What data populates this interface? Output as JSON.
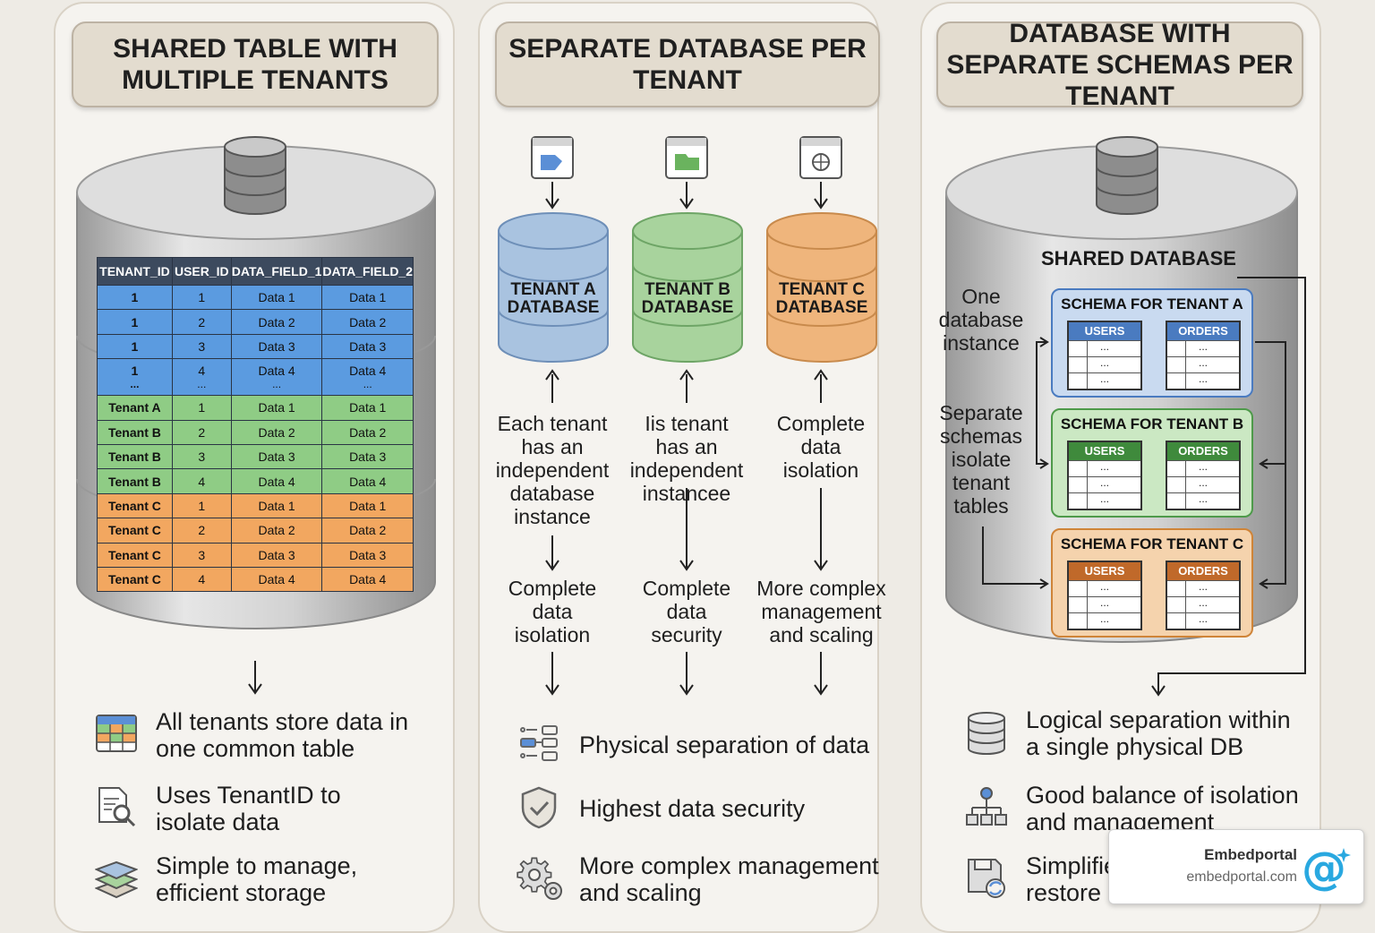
{
  "panels": [
    {
      "title": "SHARED TABLE WITH MULTIPLE TENANTS",
      "table": {
        "headers": [
          "TENANT_ID",
          "USER_ID",
          "DATA_FIELD_1",
          "DATA_FIELD_2"
        ],
        "rows": [
          [
            "1",
            "1",
            "Data 1",
            "Data 1"
          ],
          [
            "1",
            "2",
            "Data 2",
            "Data 2"
          ],
          [
            "1",
            "3",
            "Data 3",
            "Data 3"
          ],
          [
            "1",
            "4",
            "Data 4",
            "Data 4"
          ],
          [
            "Tenant A",
            "1",
            "Data 1",
            "Data 1"
          ],
          [
            "Tenant B",
            "2",
            "Data 2",
            "Data 2"
          ],
          [
            "Tenant B",
            "3",
            "Data 3",
            "Data 3"
          ],
          [
            "Tenant B",
            "4",
            "Data 4",
            "Data 4"
          ],
          [
            "Tenant C",
            "1",
            "Data 1",
            "Data 1"
          ],
          [
            "Tenant C",
            "2",
            "Data 2",
            "Data 2"
          ],
          [
            "Tenant C",
            "3",
            "Data 3",
            "Data 3"
          ],
          [
            "Tenant C",
            "4",
            "Data 4",
            "Data 4"
          ]
        ],
        "ellipsis": "..."
      },
      "bullets": [
        "All tenants store data in one common table",
        "Uses TenantID to isolate data",
        "Simple to manage, efficient storage"
      ],
      "bullet_icons": [
        "table-icon",
        "search-document-icon",
        "layers-icon"
      ]
    },
    {
      "title": "SEPARATE DATABASE PER TENANT",
      "databases": [
        {
          "label": "TENANT A DATABASE",
          "color": "#a9c3e0",
          "top_text": "Each tenant has an independent database instance",
          "bottom_text": "Complete data isolation"
        },
        {
          "label": "TENANT B DATABASE",
          "color": "#a8d39d",
          "top_text": "Iis tenant has an independent instancee",
          "bottom_text": "Complete data security"
        },
        {
          "label": "TENANT C DATABASE",
          "color": "#efb57c",
          "top_text": "Complete data isolation",
          "bottom_text": "More complex management and scaling"
        }
      ],
      "bullets": [
        "Physical separation of data",
        "Highest data security",
        "More complex management and scaling"
      ],
      "bullet_icons": [
        "flow-icon",
        "shield-icon",
        "gears-icon"
      ]
    },
    {
      "title": "DATABASE WITH SEPARATE SCHEMAS PER TENANT",
      "shared_label": "SHARED DATABASE",
      "side_text_1": "One database instance",
      "side_text_2": "Separate schemas isolate tenant tables",
      "schemas": [
        {
          "title": "SCHEMA FOR TENANT A",
          "tables": [
            "USERS",
            "ORDERS"
          ],
          "color": "#4a7bc0",
          "bg": "#c9daf0",
          "hdr": "#4a7bc0"
        },
        {
          "title": "SCHEMA FOR TENANT B",
          "tables": [
            "USERS",
            "ORDERS"
          ],
          "color": "#4e9a4a",
          "bg": "#cbe8c3",
          "hdr": "#3f8a3c"
        },
        {
          "title": "SCHEMA FOR TENANT C",
          "tables": [
            "USERS",
            "ORDERS"
          ],
          "color": "#cf8438",
          "bg": "#f5d3ad",
          "hdr": "#c0692a"
        }
      ],
      "row_dots": "...",
      "bullets": [
        "Logical separation within a single physical DB",
        "Good balance of isolation and management",
        "Simplified backup and restore"
      ],
      "bullet_icons": [
        "database-icon",
        "hierarchy-icon",
        "backup-icon"
      ]
    }
  ],
  "watermark": {
    "name": "Embedportal",
    "url": "embedportal.com",
    "icon": "at-sign-icon"
  }
}
